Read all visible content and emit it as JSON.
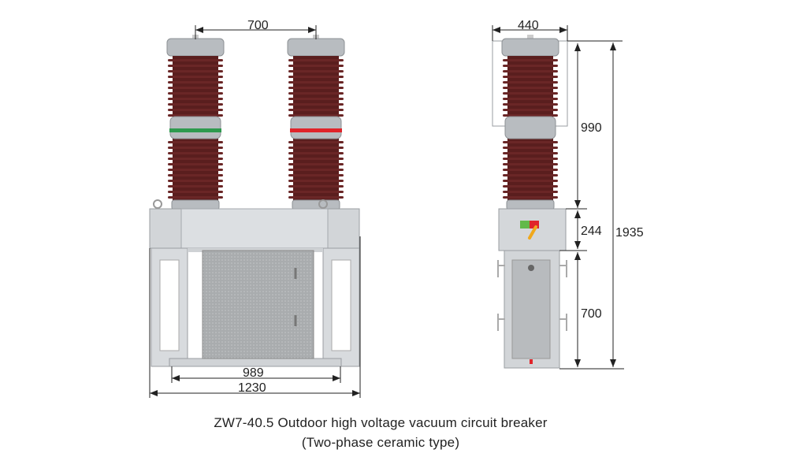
{
  "caption": {
    "line1": "ZW7-40.5 Outdoor high voltage vacuum circuit breaker",
    "line2": "(Two-phase ceramic type)"
  },
  "front_view": {
    "dimensions": {
      "pole_spacing": "700",
      "inner_width": "989",
      "overall_width": "1230"
    }
  },
  "side_view": {
    "dimensions": {
      "depth": "440",
      "insulator_height": "990",
      "mechanism_height": "244",
      "base_height": "700",
      "overall_height": "1935"
    }
  },
  "colors": {
    "insulator": "#5a1e1e",
    "metal": "#b8bcc0",
    "cabinet": "#d4d7da",
    "phase_green": "#2e9a4e",
    "phase_red": "#e0242a"
  }
}
